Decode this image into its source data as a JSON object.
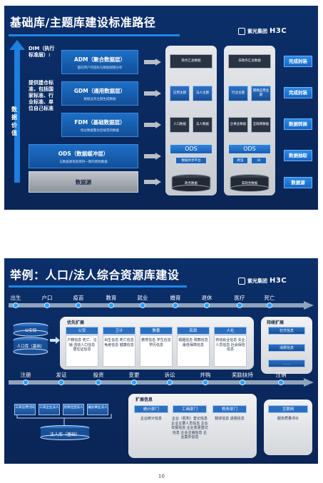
{
  "brand": {
    "name": "紫光集团",
    "logo": "H3C"
  },
  "slide1": {
    "title": "基础库/主题库建设标准路径",
    "axis_label": "数据价值",
    "std_label": "提供建仓标准，包括国家标准、行业标准、单位自己标准",
    "dim_label": "DIM（执行标准层）:",
    "layers": {
      "adm": {
        "name": "ADM（聚合数据层）",
        "sub": "面向用户的指标与数据视图分析"
      },
      "gdm": {
        "name": "GDM（通用数据层）",
        "sub": "根据业务主题生成数据"
      },
      "fdm": {
        "name": "FDM（基础数据层）",
        "sub": "经过数据整合后规范的数据"
      },
      "ods": {
        "name": "ODS（数据缓冲层）",
        "sub": "与数据源系统保持一致的原始数据"
      },
      "src": {
        "name": "数据源"
      }
    },
    "col_left": {
      "adm": "政务汇总数据",
      "gdm": [
        "应用主题",
        "法人主题"
      ],
      "fdm": [
        "人口数据",
        "法人数据"
      ],
      "ods": "ODS",
      "ods_sub": "数据共享平台",
      "src": "政务数据"
    },
    "col_right": {
      "adm": "非政务汇总数据",
      "gdm": [
        "行业主题",
        "网络应用主题"
      ],
      "fdm": [
        "企事业数据",
        "互联网数据"
      ],
      "ods": "ODS",
      "ods_sub": [
        "爬虫",
        "DI"
      ],
      "src": "非政务数据"
    },
    "actions": [
      "完成封装",
      "完成封装",
      "数据转换",
      "数据抽取",
      "数据源"
    ]
  },
  "slide2": {
    "title": "举例：人口/法人综合资源库建设",
    "timeline1": [
      "出生",
      "户口",
      "疫苗",
      "教育",
      "就业",
      "婚育",
      "退休",
      "医疗",
      "死亡"
    ],
    "timeline2": [
      "注册",
      "发证",
      "投资",
      "变更",
      "诉讼",
      "并购",
      "奖励扶持",
      "注销"
    ],
    "left_stack1": [
      "公安局",
      "人口库（基础）"
    ],
    "priority": {
      "title": "优先扩展",
      "depts": [
        {
          "name": "公安",
          "body": "户籍信息 死亡、注销 流动人口信息 居住证信息"
        },
        {
          "name": "卫计",
          "body": "出生信息 死亡信息 免疫信息 健康信息"
        },
        {
          "name": "教委",
          "body": "教育信息 学生信息 学历信息"
        },
        {
          "name": "民政",
          "body": "婚姻信息 殡葬信息 最低保障信息"
        },
        {
          "name": "人社",
          "body": "劳动就业信息 失业人员信息 社会保险信息"
        }
      ]
    },
    "sustain": {
      "title": "持续扩展",
      "items": [
        "社交信息",
        "消费信息",
        "……"
      ]
    },
    "legal_sources": [
      "工商信用代码",
      "工商企业法人",
      "民政社团法人",
      "编办事业法人"
    ],
    "legal_db": "法人库（基础）",
    "expand": {
      "title": "扩展信息",
      "depts": [
        {
          "name": "统计部门",
          "body": "企业统计信息"
        },
        {
          "name": "工商部门",
          "body": "企业（机构）登记信息 企业主要人员信息 企业年报信息 企业变更登记信息 企业注销信息 企业案件信息"
        },
        {
          "name": "税务部门",
          "body": "税收信息 退税信息"
        }
      ]
    },
    "internet": {
      "name": "互联网",
      "body": "服务质量评价"
    }
  },
  "page_number": "10"
}
